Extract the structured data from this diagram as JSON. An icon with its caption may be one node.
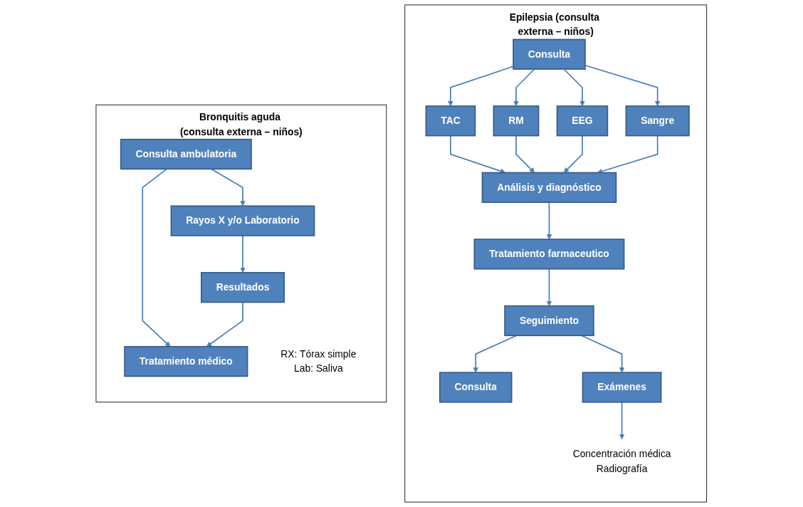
{
  "diagram": {
    "nodes": [
      {
        "text": [
          "Bronquitis aguda (consulta externa – niños)"
        ]
      },
      {
        "text": [
          "Consulta ambulatoria"
        ],
        "in": 0
      },
      {
        "text": [
          "Rayos X y/o Laboratorio"
        ],
        "in": 0,
        "beside": [
          "RX: Tórax simple",
          "Lab: Saliva"
        ]
      },
      {
        "text": [
          "Resultados"
        ],
        "in": 0
      },
      {
        "text": [
          "Tratamiento médico"
        ],
        "in": 0
      },
      {
        "text": [
          "Epilepsia (consulta externa – niños)"
        ]
      },
      {
        "text": [
          "Consulta"
        ],
        "in": 5
      },
      {
        "text": [
          "TAC"
        ],
        "in": 5
      },
      {
        "text": [
          "RM"
        ],
        "in": 5
      },
      {
        "text": [
          "EEG"
        ],
        "in": 5
      },
      {
        "text": [
          "Sangre"
        ],
        "in": 5
      },
      {
        "text": [
          "Análisis y diagnóstico"
        ],
        "in": 5
      },
      {
        "text": [
          "Tratamiento farmaceutico"
        ],
        "in": 5
      },
      {
        "text": [
          "Seguimiento"
        ],
        "in": 5
      },
      {
        "text": [
          "Consulta"
        ],
        "in": 5
      },
      {
        "text": [
          "Exámenes"
        ],
        "in": 5
      },
      {
        "text": [
          "Concentración médica",
          "Radiografía"
        ],
        "in": 5
      }
    ],
    "edges": [
      {
        "from": 1,
        "to": 2,
        "arrow": "to"
      },
      {
        "from": 1,
        "to": 4,
        "arrow": "to"
      },
      {
        "from": 2,
        "to": 3,
        "arrow": "to"
      },
      {
        "from": 3,
        "to": 4,
        "arrow": "to"
      },
      {
        "from": 6,
        "to": 7,
        "arrow": "to"
      },
      {
        "from": 6,
        "to": 8,
        "arrow": "to"
      },
      {
        "from": 6,
        "to": 9,
        "arrow": "to"
      },
      {
        "from": 6,
        "to": 10,
        "arrow": "to"
      },
      {
        "from": 7,
        "to": 11,
        "arrow": "to"
      },
      {
        "from": 8,
        "to": 11,
        "arrow": "to"
      },
      {
        "from": 9,
        "to": 11,
        "arrow": "to"
      },
      {
        "from": 10,
        "to": 11,
        "arrow": "to"
      },
      {
        "from": 11,
        "to": 12,
        "arrow": "to"
      },
      {
        "from": 12,
        "to": 13,
        "arrow": "to"
      },
      {
        "from": 13,
        "to": 14,
        "arrow": "to"
      },
      {
        "from": 13,
        "to": 15,
        "arrow": "to"
      },
      {
        "from": 15,
        "to": 16,
        "arrow": "to"
      }
    ]
  }
}
